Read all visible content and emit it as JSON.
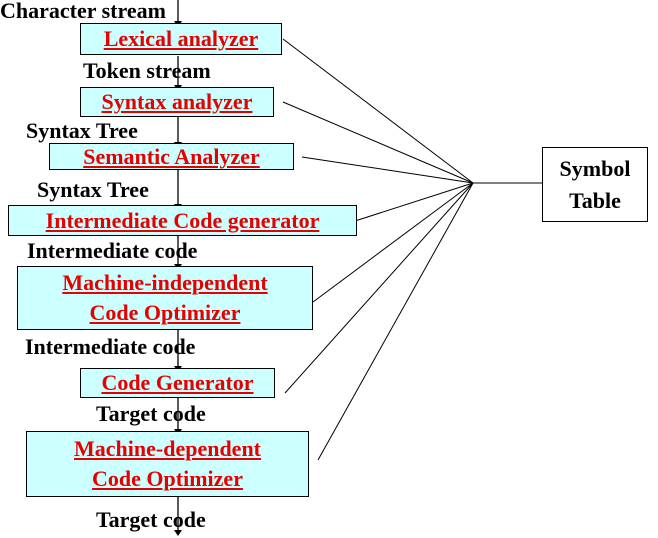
{
  "stream_labels": [
    "Character stream",
    "Token stream",
    "Syntax Tree",
    "Syntax Tree",
    "Intermediate code",
    "Intermediate code",
    "Target code",
    "Target code"
  ],
  "phases": [
    {
      "lines": [
        "Lexical analyzer"
      ]
    },
    {
      "lines": [
        "Syntax analyzer"
      ]
    },
    {
      "lines": [
        "Semantic Analyzer"
      ]
    },
    {
      "lines": [
        "Intermediate Code generator"
      ]
    },
    {
      "lines": [
        "Machine-independent",
        "Code Optimizer"
      ]
    },
    {
      "lines": [
        "Code Generator"
      ]
    },
    {
      "lines": [
        "Machine-dependent",
        "Code Optimizer"
      ]
    }
  ],
  "symbol_table": {
    "line1": "Symbol",
    "line2": "Table"
  },
  "colors": {
    "box_fill": "#ccffff",
    "phase_text": "#e60000",
    "line": "#000000"
  }
}
